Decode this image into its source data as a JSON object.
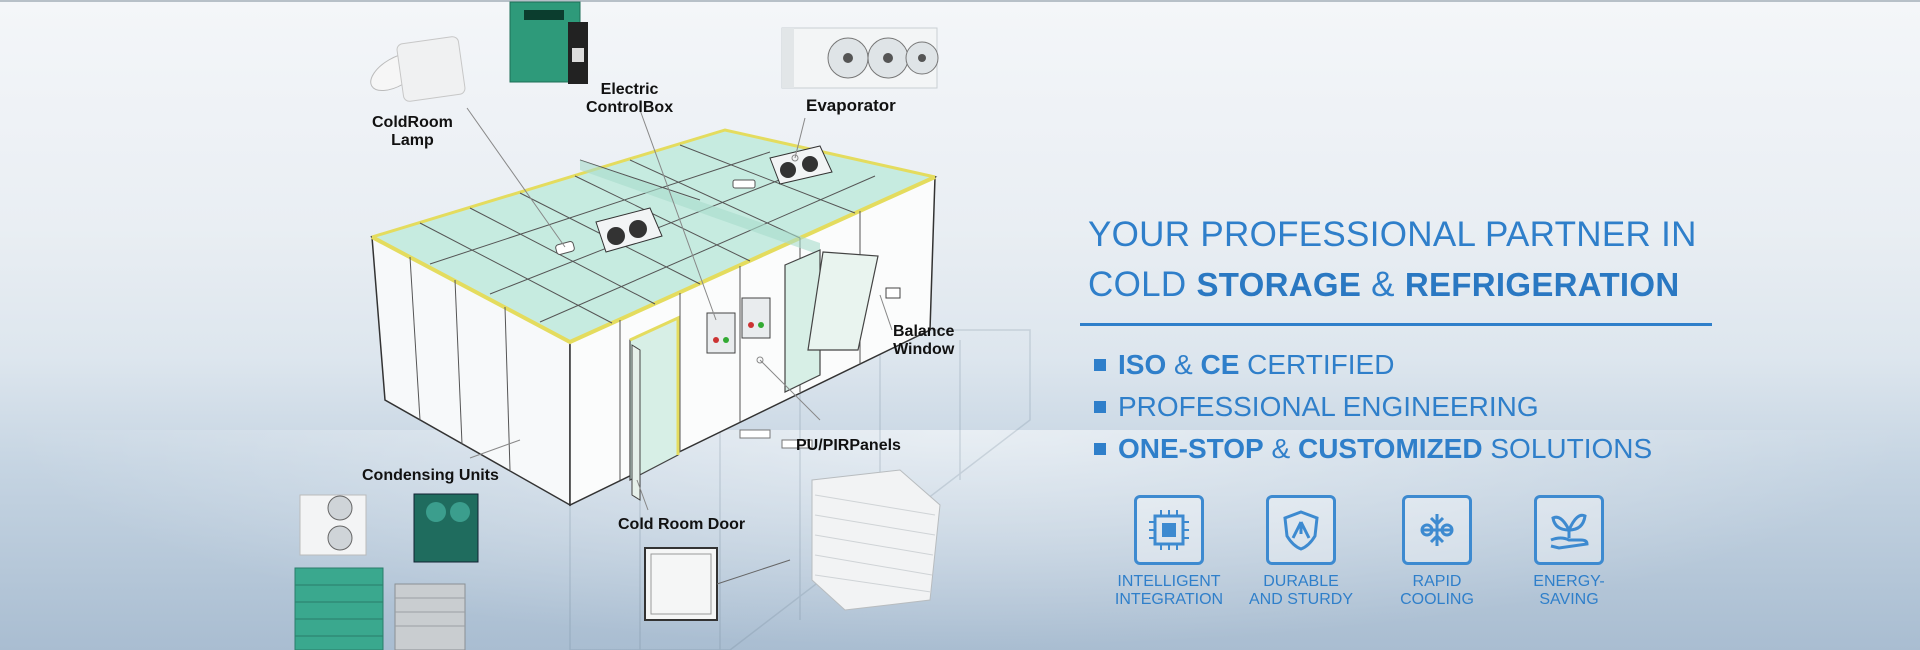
{
  "labels": {
    "lamp_line1": "ColdRoom",
    "lamp_line2": "Lamp",
    "control_line1": "Electric",
    "control_line2": "ControlBox",
    "evaporator": "Evaporator",
    "balance_line1": "Balance",
    "balance_line2": "Window",
    "panels": "PU/PIRPanels",
    "condensing": "Condensing Units",
    "door": "Cold Room Door"
  },
  "headline": {
    "line1": "YOUR PROFESSIONAL PARTNER IN",
    "line2_pre": "COLD ",
    "line2_bold1": "STORAGE",
    "line2_mid": " & ",
    "line2_bold2": "REFRIGERATION"
  },
  "bullets": [
    {
      "bold1": "ISO",
      "mid": " & ",
      "bold2": "CE",
      "rest": " CERTIFIED"
    },
    {
      "text": "PROFESSIONAL ENGINEERING"
    },
    {
      "bold1": "ONE-STOP",
      "mid": " & ",
      "bold2": "CUSTOMIZED",
      "rest": " SOLUTIONS"
    }
  ],
  "features": [
    {
      "line1": "INTELLIGENT",
      "line2": "INTEGRATION",
      "icon": "chip-icon"
    },
    {
      "line1": "DURABLE",
      "line2": "AND STURDY",
      "icon": "shield-icon"
    },
    {
      "line1": "RAPID",
      "line2": "COOLING",
      "icon": "snowflake-icon"
    },
    {
      "line1": "ENERGY-SAVING",
      "line2": "",
      "icon": "leaf-hand-icon"
    }
  ],
  "colors": {
    "accent": "#2f7fca",
    "panel_glass": "#bfe8dc",
    "frame_yellow": "#e8e06a"
  }
}
